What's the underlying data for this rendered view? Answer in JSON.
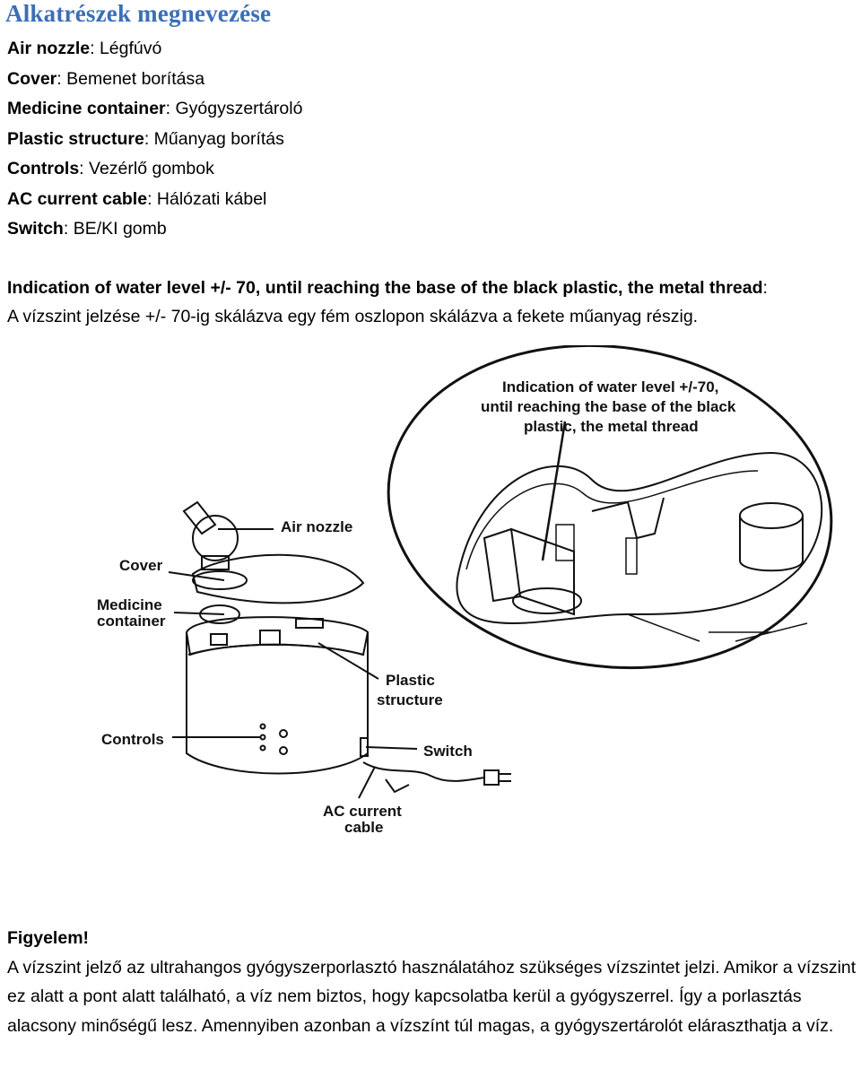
{
  "title": "Alkatrészek megnevezése",
  "parts": [
    {
      "term": "Air nozzle",
      "desc": "Légfúvó"
    },
    {
      "term": "Cover",
      "desc": "Bemenet borítása"
    },
    {
      "term": "Medicine container",
      "desc": "Gyógyszertároló"
    },
    {
      "term": "Plastic structure",
      "desc": "Műanyag borítás"
    },
    {
      "term": "Controls",
      "desc": "Vezérlő gombok"
    },
    {
      "term": "AC current cable",
      "desc": "Hálózati kábel"
    },
    {
      "term": "Switch",
      "desc": "BE/KI gomb"
    }
  ],
  "indication": {
    "term": "Indication of water level +/- 70, until reaching the base of the black plastic, the metal thread",
    "desc": "A vízszint jelzése +/- 70-ig skálázva egy fém oszlopon skálázva a fekete műanyag részig."
  },
  "figure": {
    "callout_lines": [
      "Indication of water level +/-70,",
      "until reaching the base of the black",
      "plastic, the metal thread"
    ],
    "labels": {
      "air_nozzle": "Air nozzle",
      "cover": "Cover",
      "medicine_1": "Medicine",
      "medicine_2": "container",
      "plastic_1": "Plastic",
      "plastic_2": "structure",
      "controls": "Controls",
      "switch": "Switch",
      "ac_1": "AC current",
      "ac_2": "cable"
    }
  },
  "warning": {
    "heading": "Figyelem!",
    "text": "A vízszint jelző az ultrahangos gyógyszerporlasztó használatához szükséges vízszintet jelzi. Amikor a vízszint ez alatt a pont alatt található, a víz nem biztos, hogy kapcsolatba kerül a gyógyszerrel. Így a porlasztás alacsony minőségű lesz. Amennyiben azonban a vízszínt túl magas, a gyógyszertárolót eláraszthatja a víz."
  }
}
